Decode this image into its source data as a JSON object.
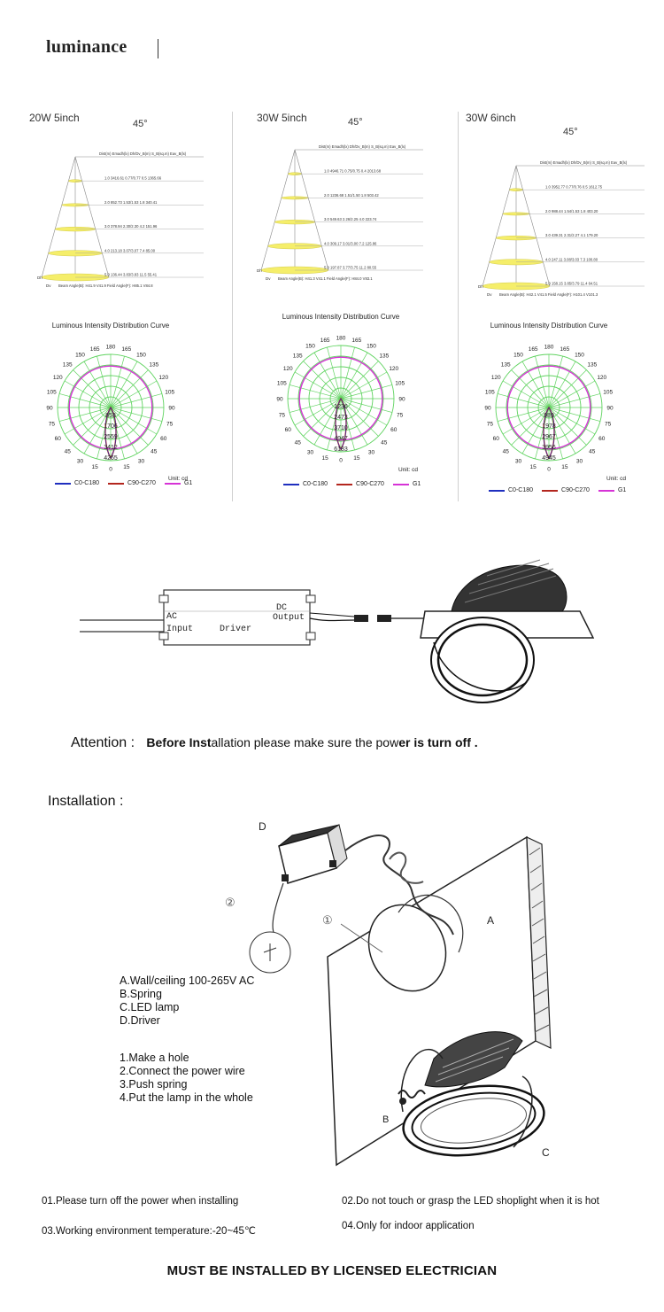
{
  "brand": {
    "name": "luminance"
  },
  "specs": [
    {
      "title": "20W  5inch",
      "angle": "45°",
      "table_header": "Dist(m) Emadh(lx) Dh/Dv_B(m) S_B(sq.m) Eav_B(lx)",
      "rows": [
        "1.0    3416.61   0.77/0.77    0.5    1365.66",
        "2.0    852.73   1.53/1.53    1.8    340.41",
        "3.0    378.94   2.30/2.30    4.2    151.96",
        "4.0    213.18   3.07/3.07    7.4    85.00",
        "5.0    136.44   3.83/3.83    11.5    55.41"
      ],
      "footer": "Beam Angle(B): H41.9 V41.9  Field Angle(F): H85.1 V84.8",
      "dh": "Dh",
      "dv": "Dv",
      "polar": {
        "title": "Luminous Intensity Distribution Curve",
        "ring_values": [
          "4265",
          "3412",
          "2559",
          "1706",
          "853"
        ],
        "unit": "Unit: cd"
      }
    },
    {
      "title": "30W  5inch",
      "angle": "45°",
      "table_header": "Dist(m) Emadh(lx) Dh/Dv_B(m) S_B(sq.m) Eav_B(lx)",
      "rows": [
        "1.0    4946.71   0.75/0.75    0.4    2013.68",
        "2.0    1236.68   1.51/1.50    1.8    503.42",
        "3.0    549.63   2.26/2.25    4.0    223.74",
        "4.0    309.17   3.01/3.00    7.2    125.86",
        "5.0    197.87   3.77/3.75    11.2    80.55"
      ],
      "footer": "Beam Angle(B): H41.3 V41.1  Field Angle(F): H84.0 V83.1",
      "dh": "Dh",
      "dv": "Dv",
      "polar": {
        "title": "Luminous Intensity Distribution Curve",
        "ring_values": [
          "6183",
          "4947",
          "3710",
          "2473",
          "1236"
        ],
        "unit": "Unit: cd"
      }
    },
    {
      "title": "30W  6inch",
      "angle": "45°",
      "table_header": "Dist(m) Emadh(lx) Dh/Dv_B(m) S_B(sq.m) Eav_B(lx)",
      "rows": [
        "1.0    3952.77   0.77/0.76    0.5    1612.75",
        "2.0    988.44   1.54/1.53    1.8    403.20",
        "3.0    439.31   2.31/2.27    4.1    179.20",
        "4.0    247.11   3.08/3.03    7.3    100.80",
        "5.0    158.15   3.85/3.79    11.4    64.51"
      ],
      "footer": "Beam Angle(B): H42.1 V41.5  Field Angle(F): H101.4 V101.3",
      "dh": "Dh",
      "dv": "Dv",
      "polar": {
        "title": "Luminous Intensity Distribution Curve",
        "ring_values": [
          "4945",
          "3956",
          "2967",
          "1978",
          "989"
        ],
        "unit": "Unit: cd"
      }
    }
  ],
  "polar_angles": [
    "180",
    "165",
    "165",
    "150",
    "150",
    "135",
    "135",
    "120",
    "120",
    "105",
    "105",
    "90",
    "90",
    "75",
    "75",
    "60",
    "60",
    "45",
    "45",
    "30",
    "30",
    "15",
    "15",
    "0"
  ],
  "legend": [
    {
      "label": "C0-C180",
      "color": "#1f2fbf"
    },
    {
      "label": "C90-C270",
      "color": "#b3261e"
    },
    {
      "label": "G1",
      "color": "#d633d6"
    }
  ],
  "colors": {
    "grid": "#5fd35f",
    "circle": "#d633d6",
    "beam": "#b3261e",
    "cone_fill": "#f5ee6a"
  },
  "wiring": {
    "ac": "AC",
    "input": "Input",
    "driver": "Driver",
    "dc": "DC",
    "output": "Output"
  },
  "attention": {
    "label": "Attention :",
    "bold1": "Before Inst",
    "plain": "allation please make sure the pow",
    "bold2": "er is turn off ."
  },
  "installation": {
    "title": "Installation :",
    "parts": [
      "A.Wall/ceiling   100-265V AC",
      "B.Spring",
      "C.LED lamp",
      "D.Driver"
    ],
    "steps": [
      "1.Make a hole",
      "2.Connect the power wire",
      "3.Push spring",
      "4.Put the lamp in the whole"
    ],
    "diagram_labels": {
      "a": "A",
      "b": "B",
      "c": "C",
      "d": "D",
      "one": "①",
      "two": "②"
    }
  },
  "notes": [
    "01.Please turn off the power when installing",
    "02.Do not touch or grasp the LED shoplight when it is hot",
    "03.Working environment temperature:-20~45℃",
    "04.Only for indoor application"
  ],
  "footer": "MUST BE INSTALLED BY LICENSED ELECTRICIAN"
}
